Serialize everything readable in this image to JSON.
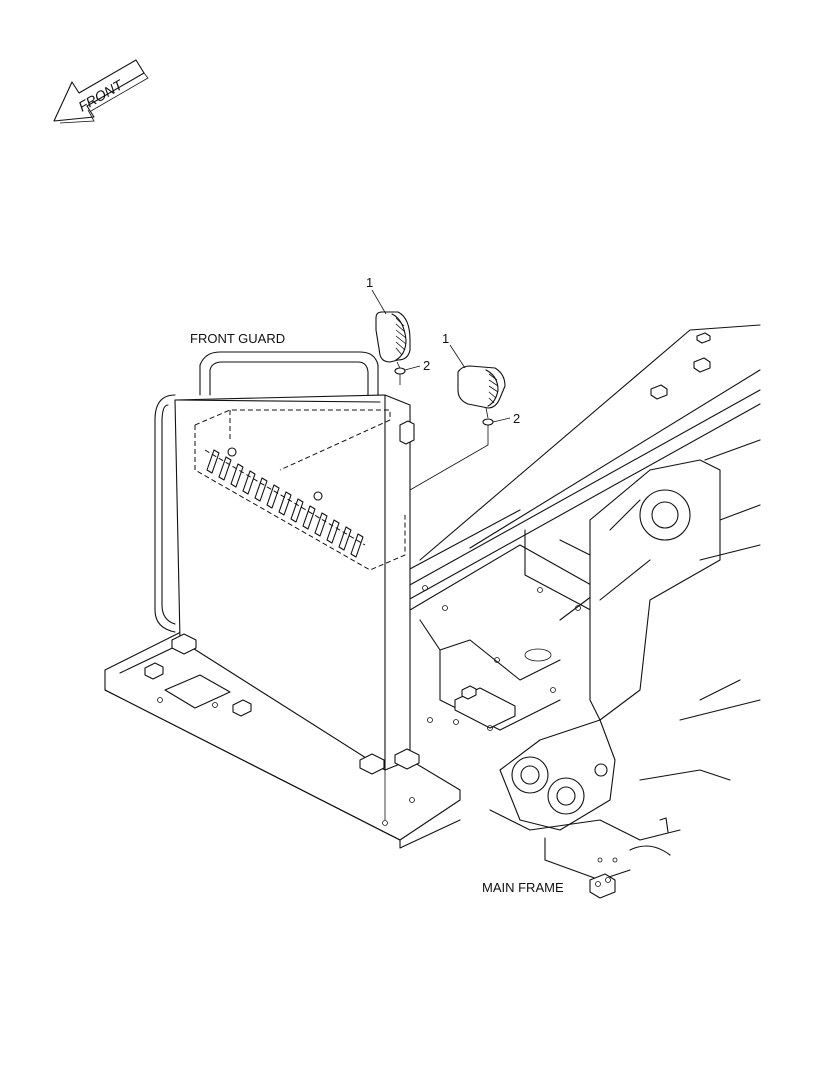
{
  "orientation_arrow": {
    "text": "FRONT",
    "icon": "front-direction-arrow-icon"
  },
  "labels": {
    "front_guard": "FRONT GUARD",
    "main_frame": "MAIN FRAME"
  },
  "callouts": [
    {
      "number": "1",
      "part": "work-light-left"
    },
    {
      "number": "2",
      "part": "washer-left"
    },
    {
      "number": "1",
      "part": "work-light-right"
    },
    {
      "number": "2",
      "part": "washer-right"
    }
  ]
}
